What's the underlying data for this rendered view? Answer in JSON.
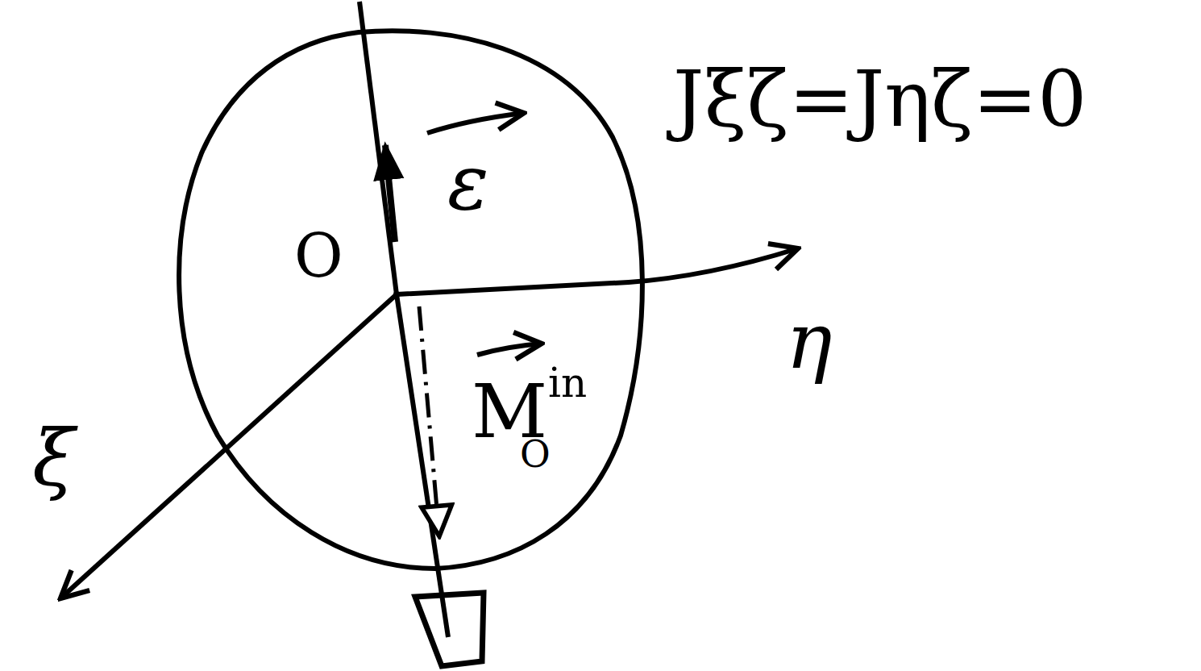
{
  "diagram": {
    "labels": [
      "Jξζ=Jηζ=0",
      "ε",
      "O",
      "η",
      "ξ",
      "M",
      "O",
      "in"
    ]
  }
}
